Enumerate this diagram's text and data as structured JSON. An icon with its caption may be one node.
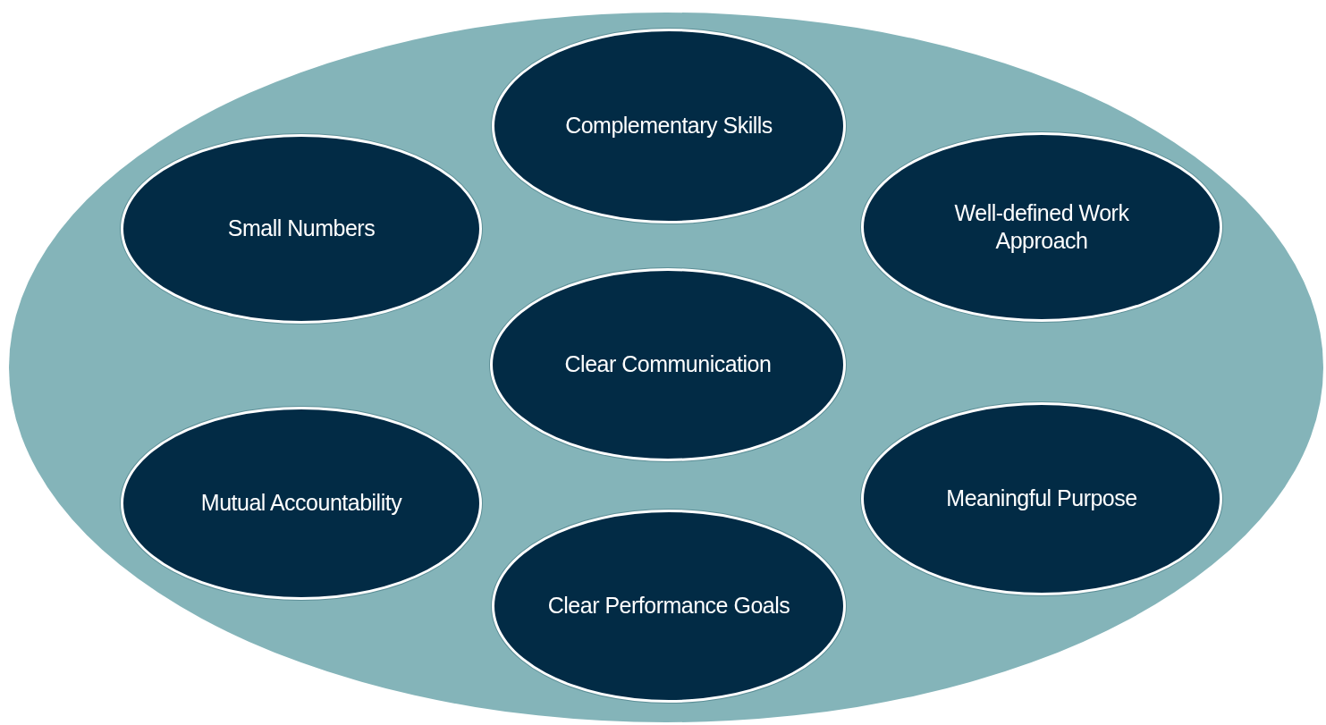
{
  "diagram": {
    "nodes": [
      {
        "text": [],
        "shape": "ellipse"
      },
      {
        "text": [
          "Complementary Skills"
        ],
        "in": 0
      },
      {
        "text": [
          "Small Numbers"
        ],
        "in": 0
      },
      {
        "text": [
          "Well-defined Work Approach"
        ],
        "in": 0
      },
      {
        "text": [
          "Clear Communication"
        ],
        "in": 0
      },
      {
        "text": [
          "Mutual Accountability"
        ],
        "in": 0
      },
      {
        "text": [
          "Meaningful Purpose"
        ],
        "in": 0
      },
      {
        "text": [
          "Clear Performance Goals"
        ],
        "in": 0
      }
    ]
  }
}
